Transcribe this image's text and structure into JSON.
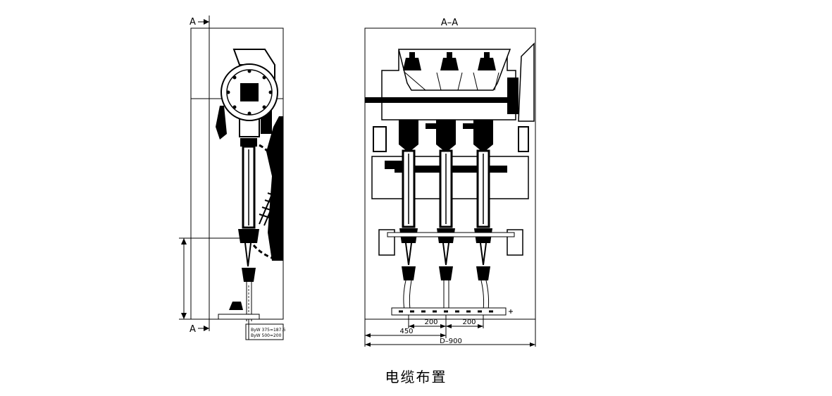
{
  "diagram": {
    "section_marker_top": "A",
    "section_marker_bottom": "A",
    "section_view_title": "A–A",
    "note_line_1": "ByW 375=187.6",
    "note_line_2": "ByW 500=200",
    "dim_pitch_1": "200",
    "dim_pitch_2": "200",
    "dim_offset": "450",
    "dim_depth": "D–900",
    "caption": "电缆布置"
  },
  "colors": {
    "ink": "#000000",
    "paper": "#ffffff",
    "shade": "#dddddd"
  }
}
